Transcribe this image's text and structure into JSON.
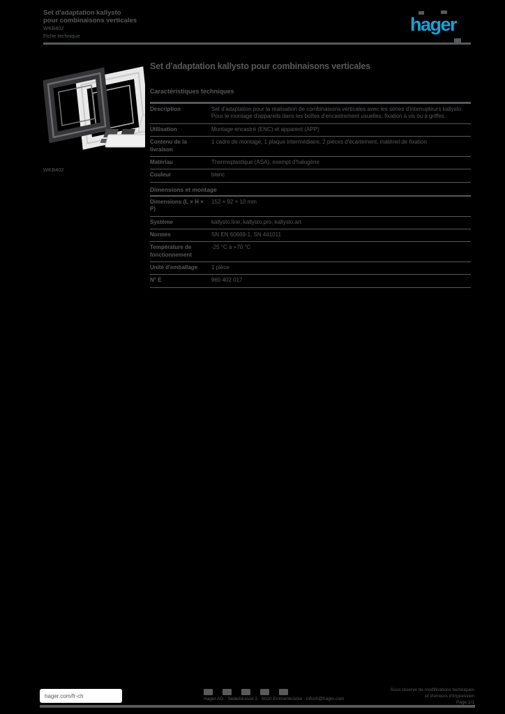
{
  "colors": {
    "background": "#000000",
    "text_gray": "#58595b",
    "accent_cyan": "#18a2dc",
    "pill_white": "#ffffff"
  },
  "header": {
    "title_line1": "Set d'adaptation kallysto",
    "title_line2": "pour combinaisons verticales",
    "ref_line": "WKB402",
    "meta_line": "Fiche technique",
    "logo_text": "hager"
  },
  "product": {
    "image_caption": "WKB402",
    "title": "Set d'adaptation kallysto pour combinaisons verticales",
    "section_heading": "Caractéristiques techniques"
  },
  "specs": {
    "rows": [
      {
        "label": "Description",
        "value": "Set d'adaptation pour la réalisation de combinaisons verticales avec les séries d'interrupteurs kallysto. Pour le montage d'appareils dans les boîtes d'encastrement usuelles, fixation à vis ou à griffes."
      },
      {
        "label": "Utilisation",
        "value": "Montage encastré (ENC) et apparent (APP)"
      },
      {
        "label": "Contenu de la livraison",
        "value": "1 cadre de montage, 1 plaque intermédiaire, 2 pièces d'écartement, matériel de fixation"
      },
      {
        "label": "Matériau",
        "value": "Thermoplastique (ASA), exempt d'halogène"
      },
      {
        "label": "Couleur",
        "value": "blanc"
      }
    ],
    "section2_heading": "Dimensions et montage",
    "rows2": [
      {
        "label": "Dimensions (L × H × P)",
        "value": "152 × 92 × 10 mm"
      },
      {
        "label": "Système",
        "value": "kallysto.line, kallysto.pro, kallysto.art"
      },
      {
        "label": "Normes",
        "value": "SN EN 60669-1, SN 441011"
      },
      {
        "label": "Température de fonctionnement",
        "value": "-25 °C à +70 °C"
      },
      {
        "label": "Unité d'emballage",
        "value": "1 pièce"
      },
      {
        "label": "N° E",
        "value": "960 402 017"
      }
    ]
  },
  "footer": {
    "website": "hager.com/fr-ch",
    "company_line": "Hager AG · Sedelstrasse 2 · 6020 Emmenbrücke · infoch@hager.com",
    "right_line1": "Sous réserve de modifications techniques",
    "right_line2": "et d'erreurs d'impression",
    "right_line3": "Page 1/1"
  }
}
